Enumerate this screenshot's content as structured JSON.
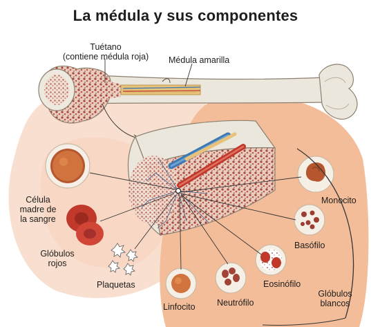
{
  "title": "La médula y sus componentes",
  "labels": {
    "tuetano": "Tuétano",
    "tuetano_sub": "(contiene médula roja)",
    "medula_amarilla": "Médula amarilla",
    "celula_madre_1": "Célula",
    "celula_madre_2": "madre de",
    "celula_madre_3": "la sangre",
    "globulos_rojos_1": "Glóbulos",
    "globulos_rojos_2": "rojos",
    "plaquetas": "Plaquetas",
    "linfocito": "Linfocito",
    "neutrofilo": "Neutrófilo",
    "eosinofilo": "Eosinófilo",
    "basofilo": "Basófilo",
    "monocito": "Monocito",
    "globulos_blancos_1": "Glóbulos",
    "globulos_blancos_2": "blancos"
  },
  "colors": {
    "blush": "#f8dcca",
    "peach": "#f3b894",
    "bone": "#ece8df",
    "marrow": "#9c3d33",
    "artery": "#c0392b",
    "vein": "#3d7ab5",
    "yellow_marrow": "#e6c27a"
  }
}
